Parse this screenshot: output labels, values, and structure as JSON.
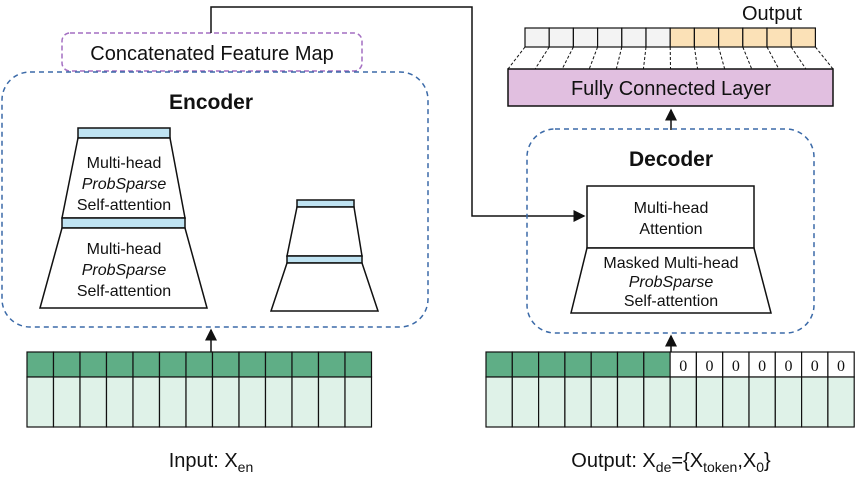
{
  "colors": {
    "dashed_border": "#3b6aa8",
    "concat_border": "#a46fc2",
    "encoder_layer_bar": "#bfe3f2",
    "input_top_cell": "#5fae86",
    "input_bottom_cell": "#dff2e8",
    "output_gray_cell": "#f3f3f3",
    "output_orange_cell": "#fbe1b7",
    "fc_layer_fill": "#e1bfe0",
    "zero_cell": "#ffffff",
    "line": "#111111"
  },
  "labels": {
    "concat_map": "Concatenated Feature Map",
    "encoder": "Encoder",
    "decoder": "Decoder",
    "fully_connected": "Fully Connected Layer",
    "output_top": "Output",
    "mh_line1": "Multi-head",
    "probsparse": "ProbSparse",
    "self_attention": "Self-attention",
    "attention": "Attention",
    "masked_mh": "Masked Multi-head",
    "zero": "0"
  },
  "captions": {
    "input_prefix": "Input: X",
    "input_sub": "en",
    "output_prefix": "Output: X",
    "output_sub_de": "de",
    "output_eq": "={X",
    "output_sub_token": "token",
    "output_comma": ",X",
    "output_sub_zero": "0",
    "output_close": "}"
  },
  "grid": {
    "encoder_input_cells": 13,
    "decoder_green_cells": 7,
    "decoder_zero_cells": 7,
    "output_gray_cells": 6,
    "output_orange_cells": 6
  }
}
